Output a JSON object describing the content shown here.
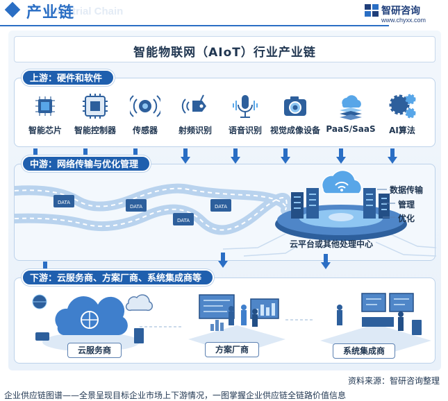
{
  "header": {
    "title": "产业链",
    "ghost_text": "Industrial Chain",
    "brand_name": "智研咨询",
    "brand_url": "www.chyxx.com"
  },
  "main_title": "智能物联网（AIoT）行业产业链",
  "upstream": {
    "tag": "上游：硬件和软件",
    "items": [
      {
        "label": "智能芯片",
        "icon": "chip-icon"
      },
      {
        "label": "智能控制器",
        "icon": "controller-icon"
      },
      {
        "label": "传感器",
        "icon": "sensor-icon"
      },
      {
        "label": "射频识别",
        "icon": "rfid-icon"
      },
      {
        "label": "语音识别",
        "icon": "microphone-icon"
      },
      {
        "label": "视觉成像设备",
        "icon": "camera-icon"
      },
      {
        "label": "PaaS/SaaS",
        "icon": "cloud-stack-icon"
      },
      {
        "label": "AI算法",
        "icon": "ai-gear-icon"
      }
    ]
  },
  "midstream": {
    "tag": "中游：网络传输与优化管理",
    "packet_label": "DATA",
    "features": [
      "数据传输",
      "管理",
      "优化"
    ],
    "center_label": "云平台或其他处理中心"
  },
  "downstream": {
    "tag": "下游：云服务商、方案厂商、系统集成商等",
    "items": [
      "云服务商",
      "方案厂商",
      "系统集成商"
    ]
  },
  "footer": {
    "source": "资料来源：智研咨询整理",
    "tagline": "企业供应链图谱——全景呈现目标企业市场上下游情况，一图掌握企业供应链全链路价值信息"
  },
  "colors": {
    "brand_blue": "#2a6ec4",
    "tag_blue": "#1f5fae",
    "dark_text": "#1f3550"
  }
}
